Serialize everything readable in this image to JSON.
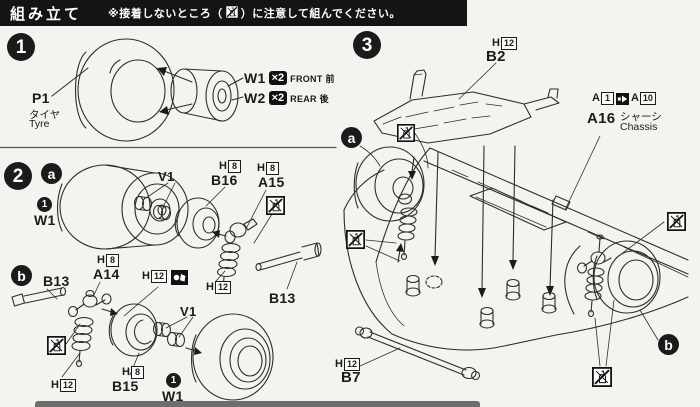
{
  "header": {
    "title": "組み立て",
    "note_prefix": "※接着しないところ（",
    "note_suffix": "）に注意して組んでください。"
  },
  "icons": {
    "no_glue": "do-not-glue-here",
    "grease": "apply-grease",
    "range_arrow": "parts-range-arrow"
  },
  "step1": {
    "number": "1",
    "tire": {
      "code": "P1",
      "name_jp": "タイヤ",
      "name_en": "Tyre"
    },
    "wheel_front": {
      "code": "W1",
      "qty": "×2",
      "use": "FRONT 前"
    },
    "wheel_rear": {
      "code": "W2",
      "qty": "×2",
      "use": "REAR 後"
    }
  },
  "step2": {
    "number": "2",
    "sub_a": {
      "label": "a",
      "wheel_mark": "1",
      "wheel": "W1",
      "bushing": "V1",
      "hub": {
        "tag": "H",
        "tag_num": "8",
        "code": "B16"
      },
      "upright": {
        "tag": "H",
        "tag_num": "8",
        "code": "A15"
      },
      "spring_tag": {
        "tag": "H",
        "tag_num": "12"
      },
      "shaft": "B13"
    },
    "sub_b": {
      "label": "b",
      "shaft": "B13",
      "joint": {
        "tag": "H",
        "tag_num": "8",
        "code": "A14"
      },
      "grease_tag": {
        "tag": "H",
        "tag_num": "12"
      },
      "spring_tag": {
        "tag": "H",
        "tag_num": "12"
      },
      "hub": {
        "tag": "H",
        "tag_num": "8",
        "code": "B15"
      },
      "bushing": "V1",
      "wheel_mark": "1",
      "wheel": "W1"
    }
  },
  "step3": {
    "number": "3",
    "sub_a": "a",
    "sub_b": "b",
    "plate": {
      "tag": "H",
      "tag_num": "12",
      "code": "B2"
    },
    "chassis": {
      "range_prefix": "A",
      "range_from": "1",
      "range_prefix2": "A",
      "range_to": "10",
      "code": "A16",
      "name_jp": "シャーシ",
      "name_en": "Chassis"
    },
    "bar": {
      "tag": "H",
      "tag_num": "12",
      "code": "B7"
    }
  }
}
